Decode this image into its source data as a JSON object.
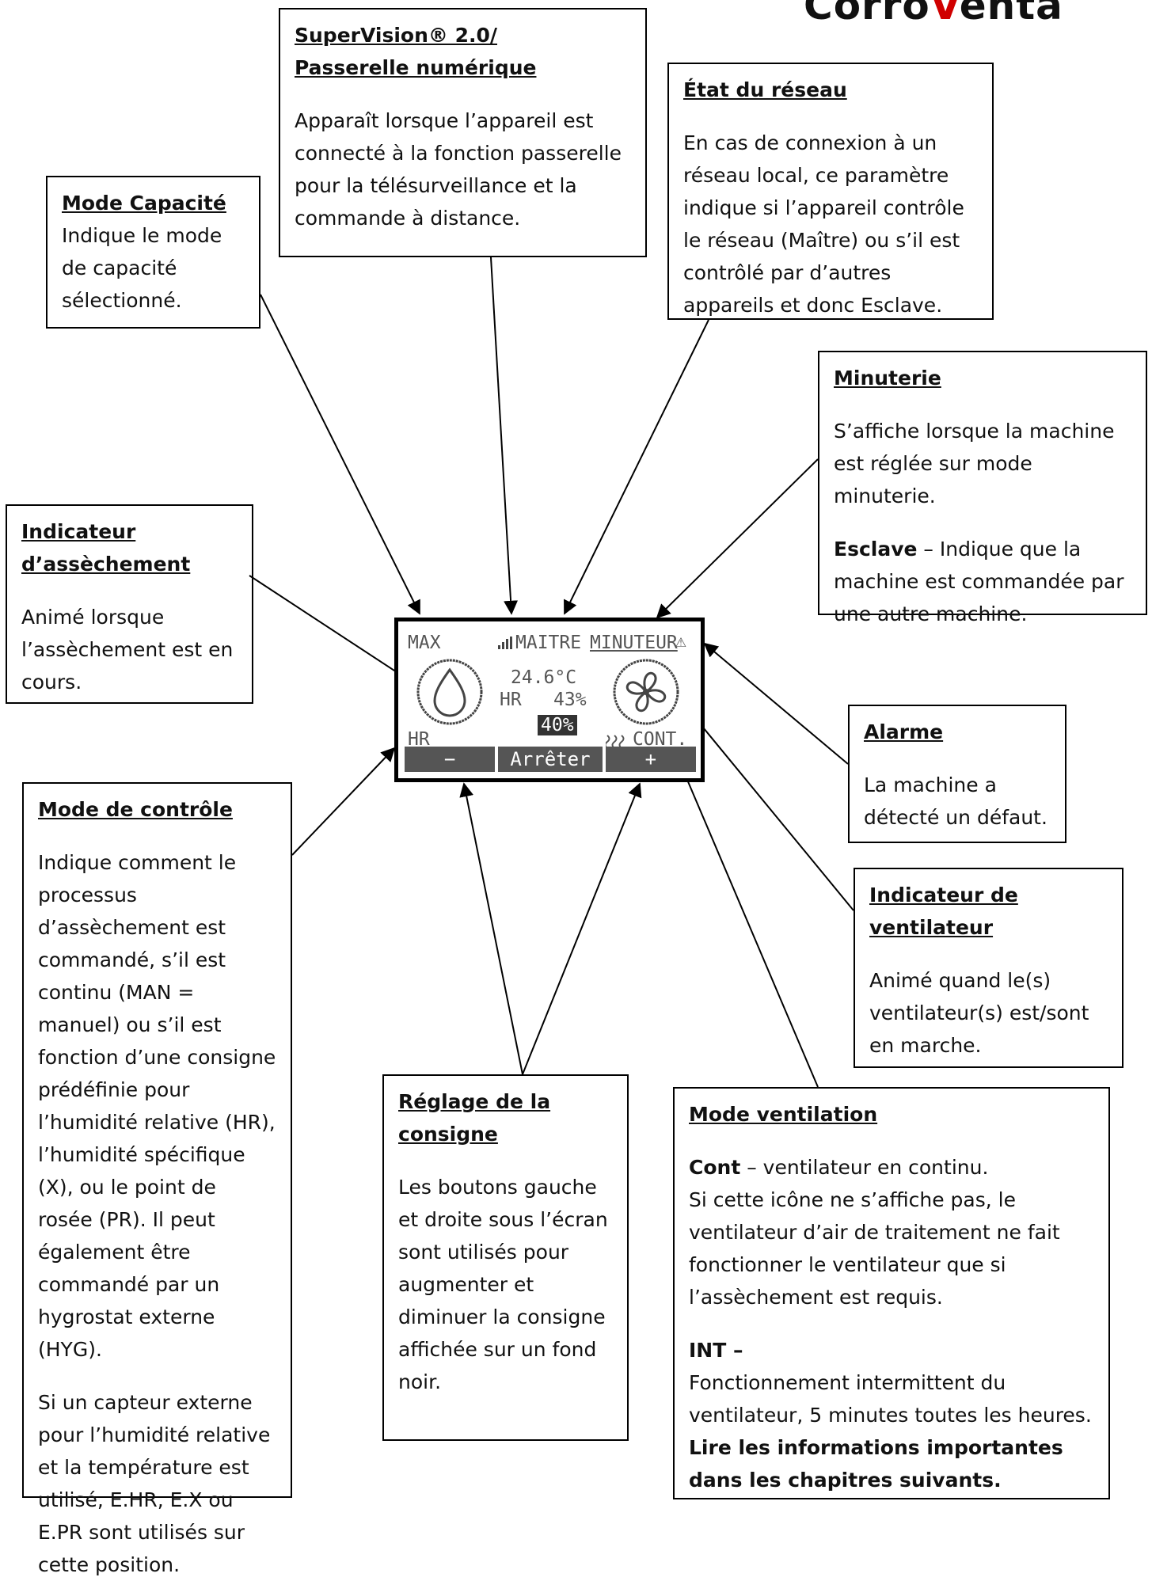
{
  "logo": {
    "prefix": "Corro",
    "accent": "V",
    "suffix": "enta",
    "accent_color": "#d00000"
  },
  "lcd": {
    "capacity": "MAX",
    "network": "MAITRE",
    "timer": "MINUTEUR",
    "alarm_symbol": "⚠",
    "temperature": "24.6°C",
    "humidity_label": "HR",
    "humidity_value": "43%",
    "setpoint": "40%",
    "control_mode": "HR",
    "fan_mode": "CONT.",
    "btn_minus": "−",
    "btn_stop": "Arrêter",
    "btn_plus": "+"
  },
  "boxes": {
    "supervision": {
      "title1": "SuperVision® 2.0/",
      "title2": "Passerelle numérique",
      "text": "Apparaît lorsque l’appareil est connecté à la fonction passerelle pour la télésurveillance et la commande à distance."
    },
    "network": {
      "title": "État du réseau",
      "text": "En cas de connexion à un réseau local, ce paramètre indique si l’appareil contrôle le réseau (Maître) ou s’il est contrôlé par d’autres appareils et donc Esclave."
    },
    "capacity": {
      "title": "Mode Capacité",
      "text": "Indique le mode de capacité sélectionné."
    },
    "timer": {
      "title": "Minuterie",
      "text": " S’affiche lorsque la machine est réglée sur mode minuterie.",
      "slave_bold": "Esclave",
      "slave_text": " – Indique que la machine est commandée par une autre machine."
    },
    "drying": {
      "title1": "Indicateur",
      "title2": "d’assèchement",
      "text": "Animé lorsque l’assèchement est en cours."
    },
    "alarm": {
      "title": "Alarme",
      "text": "La machine a détecté un défaut."
    },
    "control": {
      "title": "Mode de contrôle",
      "text1": "Indique comment le processus d’assèchement est commandé, s’il est continu (MAN = manuel) ou s’il est fonction d’une consigne prédéfinie pour l’humidité relative (HR), l’humidité spécifique (X), ou le point de rosée (PR). Il peut également être commandé par un hygrostat externe (HYG).",
      "text2": "Si un capteur externe pour l’humidité relative et la température est utilisé, E.HR, E.X ou E.PR sont utilisés sur cette position."
    },
    "fan_indicator": {
      "title1": "Indicateur de",
      "title2": "ventilateur",
      "text": "Animé quand le(s) ventilateur(s) est/sont en marche."
    },
    "setpoint": {
      "title1": "Réglage de la",
      "title2": "consigne",
      "text": "Les boutons gauche et droite sous l’écran sont utilisés pour augmenter et diminuer la consigne affichée sur un fond noir."
    },
    "ventilation": {
      "title": "Mode ventilation",
      "cont_bold": "Cont",
      "cont_text": " – ventilateur en continu.",
      "cont_text2": "Si cette icône ne s’affiche pas, le ventilateur d’air de traitement ne fait fonctionner le ventilateur que si l’assèchement est requis.",
      "int_bold": "INT –",
      "int_text": "Fonctionnement intermittent du ventilateur, 5 minutes toutes les heures.",
      "note": "Lire les informations importantes dans les chapitres suivants."
    }
  }
}
